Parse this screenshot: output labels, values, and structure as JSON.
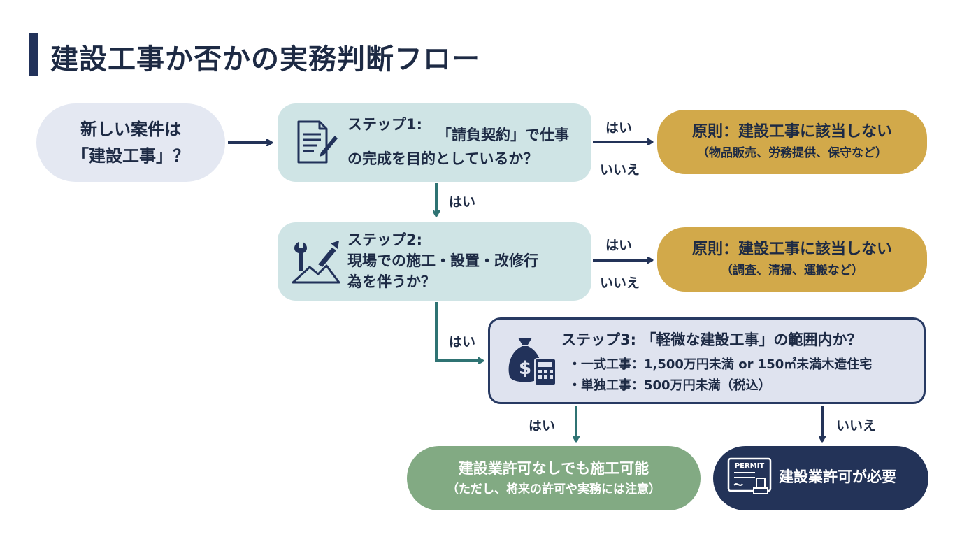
{
  "title": "建設工事か否かの実務判断フロー",
  "start": {
    "line1": "新しい案件は",
    "line2": "「建設工事」？"
  },
  "step1": {
    "heading": "ステップ1:",
    "line1_rest": "「請負契約」で仕事",
    "line2": "の完成を目的としているか？"
  },
  "step2": {
    "heading": "ステップ2:",
    "line2": "現場での施工・設置・改修行",
    "line3": "為を伴うか？"
  },
  "step3": {
    "heading": "ステップ3: 「軽微な建設工事」の範囲内か？",
    "bullet1": "・一式工事：1,500万円未満 or 150㎡未満木造住宅",
    "bullet2": "・単独工事：500万円未満（税込）"
  },
  "outcome1": {
    "main": "原則：建設工事に該当しない",
    "sub": "（物品販売、労務提供、保守など）"
  },
  "outcome2": {
    "main": "原則：建設工事に該当しない",
    "sub": "（調査、清掃、運搬など）"
  },
  "result_yes": {
    "main": "建設業許可なしでも施工可能",
    "sub": "（ただし、将来の許可や実務には注意）"
  },
  "result_no": {
    "main": "建設業許可が必要",
    "icon_text": "PERMIT"
  },
  "labels": {
    "s1_yes_right": "はい",
    "s1_no_right": "いいえ",
    "s1_yes_down": "はい",
    "s2_yes_right": "はい",
    "s2_no_right": "いいえ",
    "s2_yes_down": "はい",
    "s3_yes": "はい",
    "s3_no": "いいえ"
  },
  "icons": {
    "step1": "document-pen-icon",
    "step2": "wrench-trowel-icon",
    "step3": "money-bag-calculator-icon",
    "result_no": "permit-certificate-icon"
  },
  "colors": {
    "navy": "#233358",
    "teal_box": "#cfe4e5",
    "teal_arrow": "#2f7373",
    "gold": "#d2a94a",
    "green": "#82aa83",
    "step3_fill": "#dfe3ef",
    "start_fill": "#e4e8f2"
  }
}
